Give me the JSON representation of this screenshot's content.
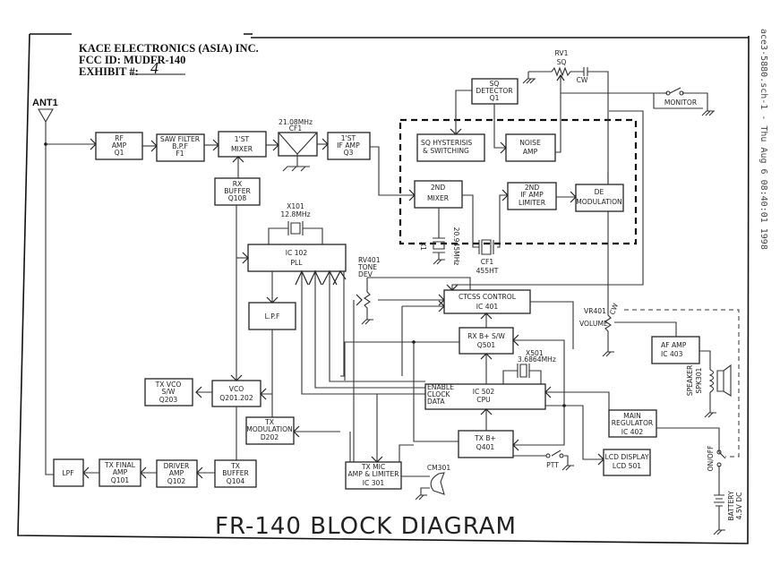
{
  "header": {
    "company": "KACE ELECTRONICS (ASIA) INC.",
    "fcc_id": "FCC ID:  MUDFR-140",
    "exhibit_label": "EXHIBIT #:",
    "exhibit_number": "4"
  },
  "side_stamp": "ace3-5880.sch-1 - Thu Aug  6 08:40:01 1998",
  "title": "FR-140 BLOCK DIAGRAM",
  "antenna": "ANT1",
  "blocks": {
    "rf_amp": [
      "RF",
      "AMP",
      "Q1"
    ],
    "saw_filter": [
      "SAW FILTER",
      "B.P.F",
      "F1"
    ],
    "first_mixer": [
      "1'ST",
      "MIXER"
    ],
    "rx_buffer": [
      "RX",
      "BUFFER",
      "Q108"
    ],
    "cf1_top": [
      "21.08MHz",
      "CF1"
    ],
    "first_if_amp": [
      "1'ST",
      "IF AMP",
      "Q3"
    ],
    "sq_detector": [
      "SQ",
      "DETECTOR",
      "Q1"
    ],
    "sq_hysterisis": [
      "SQ HYSTERISIS",
      "& SWITCHING"
    ],
    "noise_amp": [
      "NOISE",
      "AMP"
    ],
    "second_mixer": [
      "2ND",
      "MIXER"
    ],
    "second_if_amp": [
      "2ND",
      "IF AMP",
      "LIMITER"
    ],
    "demodulation": [
      "DE",
      "MODULATION"
    ],
    "x101": [
      "X101",
      "12.8MHz"
    ],
    "ic102": [
      "IC  102",
      "PLL"
    ],
    "lpf_pll": [
      "L.P.F"
    ],
    "x1": [
      "X1",
      "20.945MHz"
    ],
    "cf1_bottom": [
      "CF1",
      "455HT"
    ],
    "rv401": [
      "RV401",
      "TONE",
      "DEV"
    ],
    "ctcss": [
      "CTCSS  CONTROL",
      "IC  401"
    ],
    "rx_b_sw": [
      "RX  B+  S/W",
      "Q501"
    ],
    "x501": [
      "X501",
      "3.6864MHz"
    ],
    "ic502": [
      "IC  502",
      "CPU"
    ],
    "ic502_pins": [
      "ENABLE",
      "CLOCK",
      "DATA"
    ],
    "tx_b": [
      "TX  B+",
      "Q401"
    ],
    "vr401": [
      "VR401",
      "VOLUME",
      "CW"
    ],
    "af_amp": [
      "AF  AMP",
      "IC  403"
    ],
    "speaker": [
      "SPEAKER",
      "SPK301"
    ],
    "main_regulator": [
      "MAIN",
      "REGULATOR",
      "IC  402"
    ],
    "lcd_display": [
      "LCD DISPLAY",
      "LCD  501"
    ],
    "on_off": [
      "ON/OFF"
    ],
    "battery": [
      "BATTERY",
      "4.5V  DC"
    ],
    "tx_vco_sw": [
      "TX  VCO",
      "S/W",
      "Q203"
    ],
    "vco": [
      "VCO",
      "Q201.202"
    ],
    "tx_modulation": [
      "TX",
      "MODULATION",
      "D202"
    ],
    "lpf": [
      "LPF"
    ],
    "tx_final_amp": [
      "TX  FINAL",
      "AMP",
      "Q101"
    ],
    "driver_amp": [
      "DRIVER",
      "AMP",
      "Q102"
    ],
    "tx_buffer": [
      "TX",
      "BUFFER",
      "Q104"
    ],
    "tx_mic_amp": [
      "TX  MIC",
      "AMP  &  LIMITER",
      "IC  301"
    ],
    "cm301": [
      "CM301"
    ],
    "ptt": [
      "PTT"
    ],
    "rv1": [
      "RV1",
      "SQ",
      "CW"
    ],
    "monitor": [
      "MONITOR"
    ]
  }
}
